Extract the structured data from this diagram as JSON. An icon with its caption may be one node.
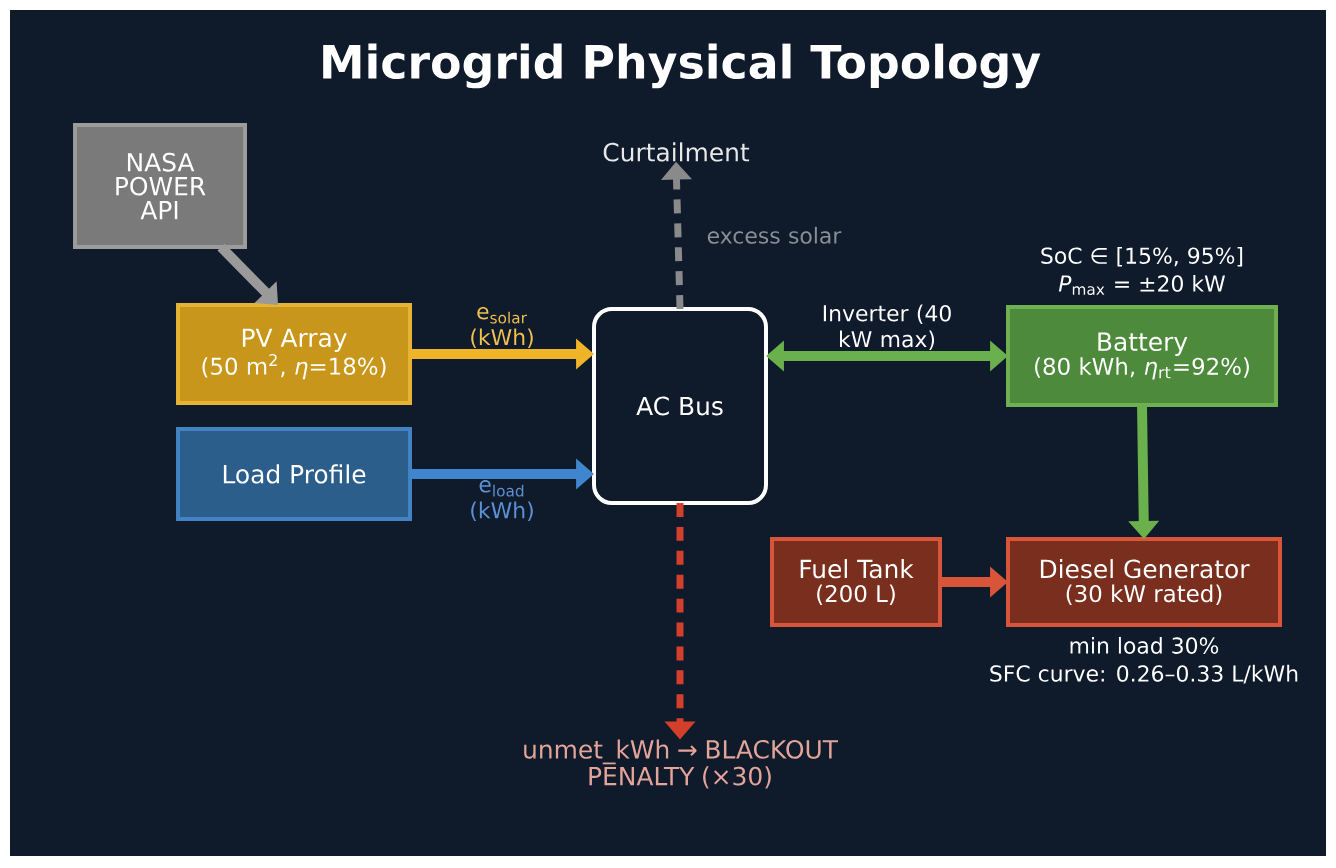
{
  "diagram": {
    "title": "Microgrid Physical Topology",
    "nodes": [
      {
        "text": [
          "NASA POWER API"
        ]
      },
      {
        "text": [
          "PV Array",
          "(50 m$^{2}$, *η*=18%)"
        ]
      },
      {
        "text": [
          "Load Profile"
        ]
      },
      {
        "text": [
          "AC Bus"
        ]
      },
      {
        "text": [
          "Curtailment"
        ]
      },
      {
        "text": [
          "Battery",
          "(80 kWh, *η*$_{rt}$=92%)"
        ],
        "beside": [
          "SoC ∈ [15%, 95%]",
          "*P*$_{max}$ = ±20 kW"
        ]
      },
      {
        "text": [
          "Fuel Tank",
          "(200 L)"
        ]
      },
      {
        "text": [
          "Diesel Generator",
          "(30 kW rated)"
        ],
        "beside": [
          "min load 30%",
          "SFC curve: 0.26–0.33 L/kWh"
        ]
      },
      {
        "text": [
          "unmet_kWh → BLACKOUT PENALTY (×30)"
        ]
      }
    ],
    "edges": [
      {
        "from": 0,
        "to": 1,
        "arrow": "to",
        "color": "#9a9a9a"
      },
      {
        "from": 1,
        "to": 3,
        "arrow": "to",
        "label": "e$_{solar}$ (kWh)",
        "color": "#f0b429"
      },
      {
        "from": 2,
        "to": 3,
        "arrow": "to",
        "label": "e$_{load}$ (kWh)",
        "color": "#3f86cf"
      },
      {
        "from": 3,
        "to": 4,
        "arrow": "to",
        "label": "excess solar",
        "style": "dashed",
        "color": "#8a8a8a"
      },
      {
        "from": 3,
        "to": 5,
        "arrow": "both",
        "label": "Inverter (40 kW max)",
        "color": "#6ab04c"
      },
      {
        "from": 5,
        "to": 7,
        "arrow": "to",
        "color": "#6ab04c"
      },
      {
        "from": 6,
        "to": 7,
        "arrow": "to",
        "color": "#d9553a"
      },
      {
        "from": 3,
        "to": 8,
        "arrow": "to",
        "style": "dashed",
        "color": "#d23f2a"
      }
    ]
  }
}
